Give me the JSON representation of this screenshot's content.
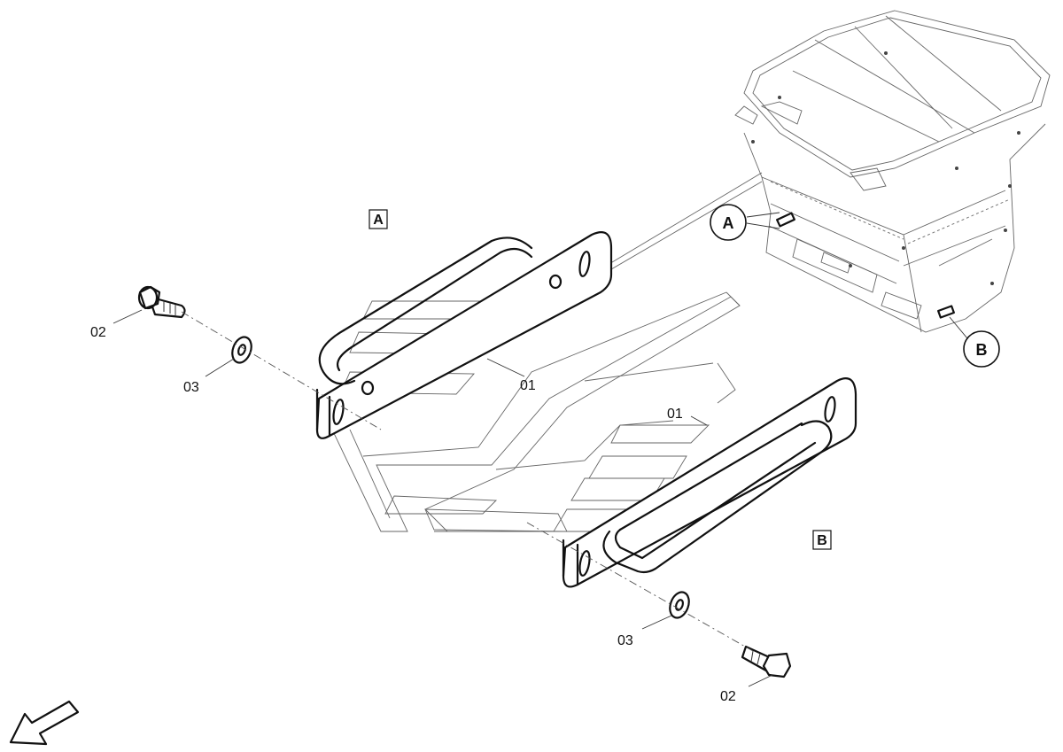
{
  "callouts": {
    "part_01_a": "01",
    "part_01_b": "01",
    "part_02_a": "02",
    "part_02_b": "02",
    "part_03_a": "03",
    "part_03_b": "03"
  },
  "views": {
    "box_a": "A",
    "box_b": "B",
    "circle_a": "A",
    "circle_b": "B"
  }
}
